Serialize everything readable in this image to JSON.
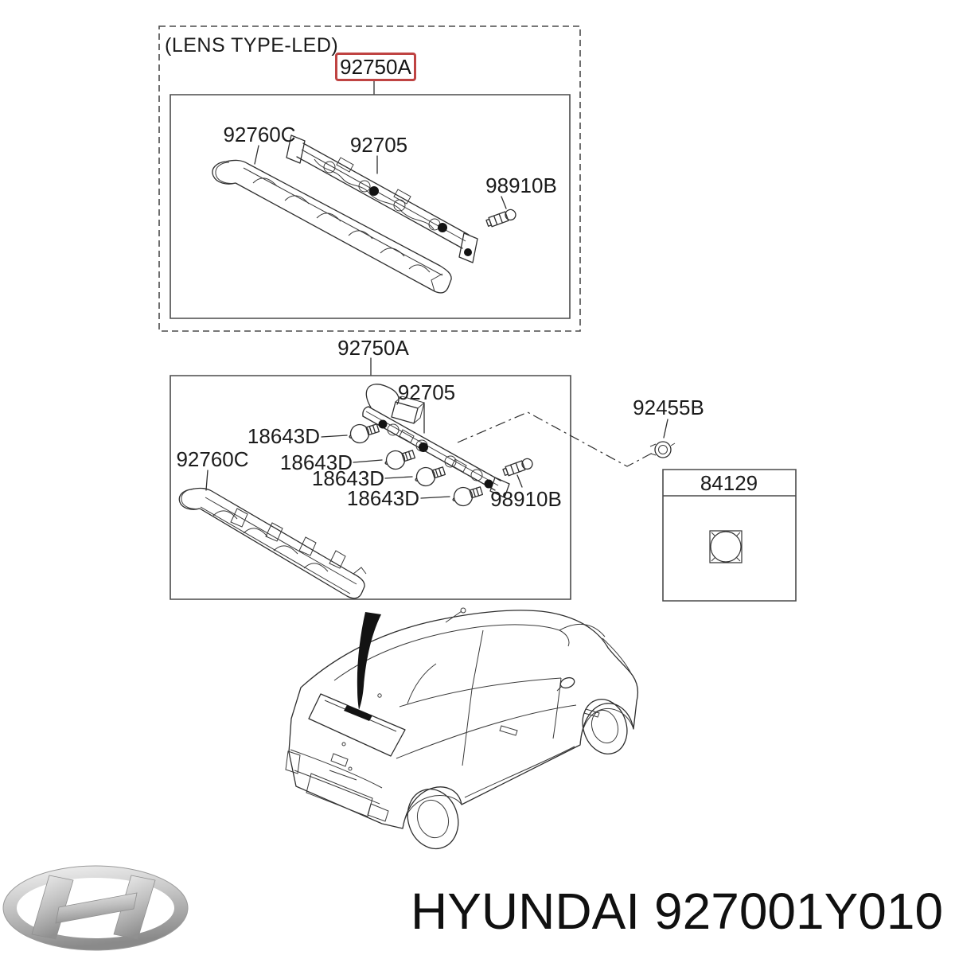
{
  "diagram": {
    "top_box": {
      "note": "(LENS TYPE-LED)",
      "part_ref": "92750A",
      "labels": {
        "lens": "92760C",
        "bulb_holder": "92705",
        "socket_bulb": "98910B"
      }
    },
    "main_box": {
      "part_ref": "92750A",
      "labels": {
        "bulb_holder": "92705",
        "lens": "92760C",
        "socket_bulb": "98910B",
        "bulbs": [
          "18643D",
          "18643D",
          "18643D",
          "18643D"
        ]
      },
      "external": {
        "screw": "92455B",
        "panel": "84129"
      }
    },
    "footer": {
      "brand": "HYUNDAI",
      "part_number": "927001Y010"
    },
    "colors": {
      "highlight_red": "#bf4342",
      "line": "#2e2e2e"
    }
  }
}
